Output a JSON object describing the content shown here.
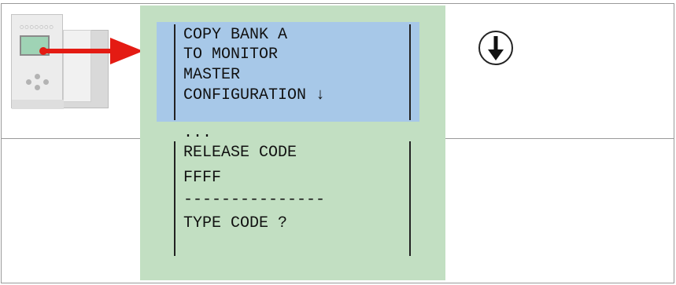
{
  "lcd": {
    "highlighted_lines": [
      "COPY BANK A",
      "TO MONITOR",
      "MASTER",
      "CONFIGURATION ↓"
    ],
    "ellipsis": "...",
    "lower_lines": [
      "RELEASE CODE",
      "FFFF"
    ],
    "separator": "---------------",
    "prompt": "TYPE CODE ?"
  },
  "colors": {
    "lcd_background": "#c2dfc2",
    "highlight": "#a7c8e8",
    "arrow": "#e41b13"
  },
  "icons": {
    "device": "relay-device-icon",
    "pointer": "red-arrow-icon",
    "scroll": "arrow-down-circle-icon"
  }
}
